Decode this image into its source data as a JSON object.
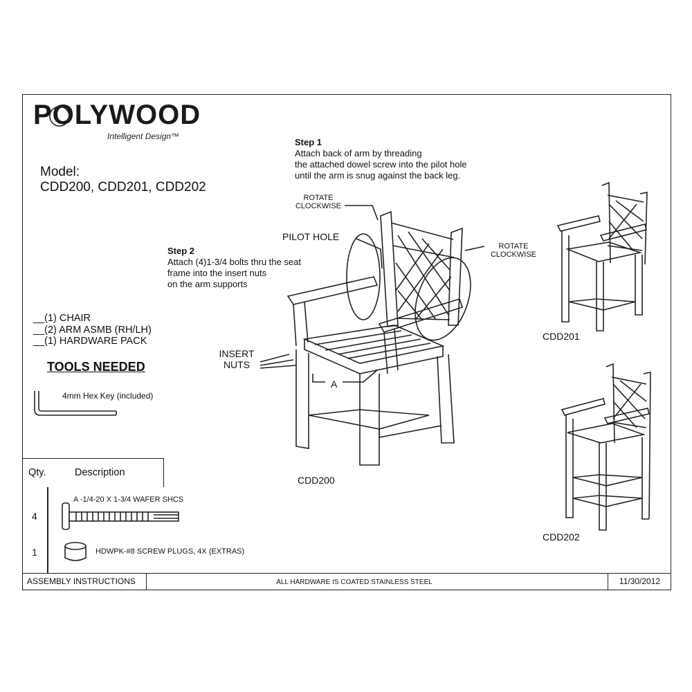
{
  "brand": {
    "name": "POLYWOOD",
    "tagline": "Intelligent Design™"
  },
  "model": {
    "label": "Model:",
    "numbers": "CDD200, CDD201, CDD202"
  },
  "steps": [
    {
      "title": "Step 1",
      "lines": [
        "Attach back of arm by threading",
        "the attached dowel screw into the pilot hole",
        "until the arm is snug against the back leg."
      ]
    },
    {
      "title": "Step 2",
      "lines": [
        "Attach (4)1-3/4 bolts thru the seat",
        "frame into the insert nuts",
        "on the arm supports"
      ]
    }
  ],
  "callouts": {
    "rotate_left": [
      "ROTATE",
      "CLOCKWISE"
    ],
    "rotate_right": [
      "ROTATE",
      "CLOCKWISE"
    ],
    "pilot_hole": "PILOT HOLE",
    "insert_nuts": [
      "INSERT",
      "NUTS"
    ],
    "letter_a": "A"
  },
  "checklist": [
    "__(1) CHAIR",
    "__(2) ARM ASMB (RH/LH)",
    "__(1) HARDWARE PACK"
  ],
  "tools": {
    "heading": "TOOLS NEEDED",
    "items": [
      "4mm Hex Key (included)"
    ]
  },
  "hardware_table": {
    "headers": {
      "qty": "Qty.",
      "description": "Description"
    },
    "rows": [
      {
        "qty": "4",
        "description": "A -1/4-20 X 1-3/4 WAFER SHCS",
        "icon": "bolt-icon"
      },
      {
        "qty": "1",
        "description": "HDWPK-#8 SCREW PLUGS, 4X (EXTRAS)",
        "icon": "screw-plug-icon"
      }
    ]
  },
  "product_labels": {
    "main": "CDD200",
    "top_right": "CDD201",
    "bottom_right": "CDD202"
  },
  "footer": {
    "left": "ASSEMBLY INSTRUCTIONS",
    "center": "ALL HARDWARE IS COATED STAINLESS STEEL",
    "right": "11/30/2012"
  }
}
